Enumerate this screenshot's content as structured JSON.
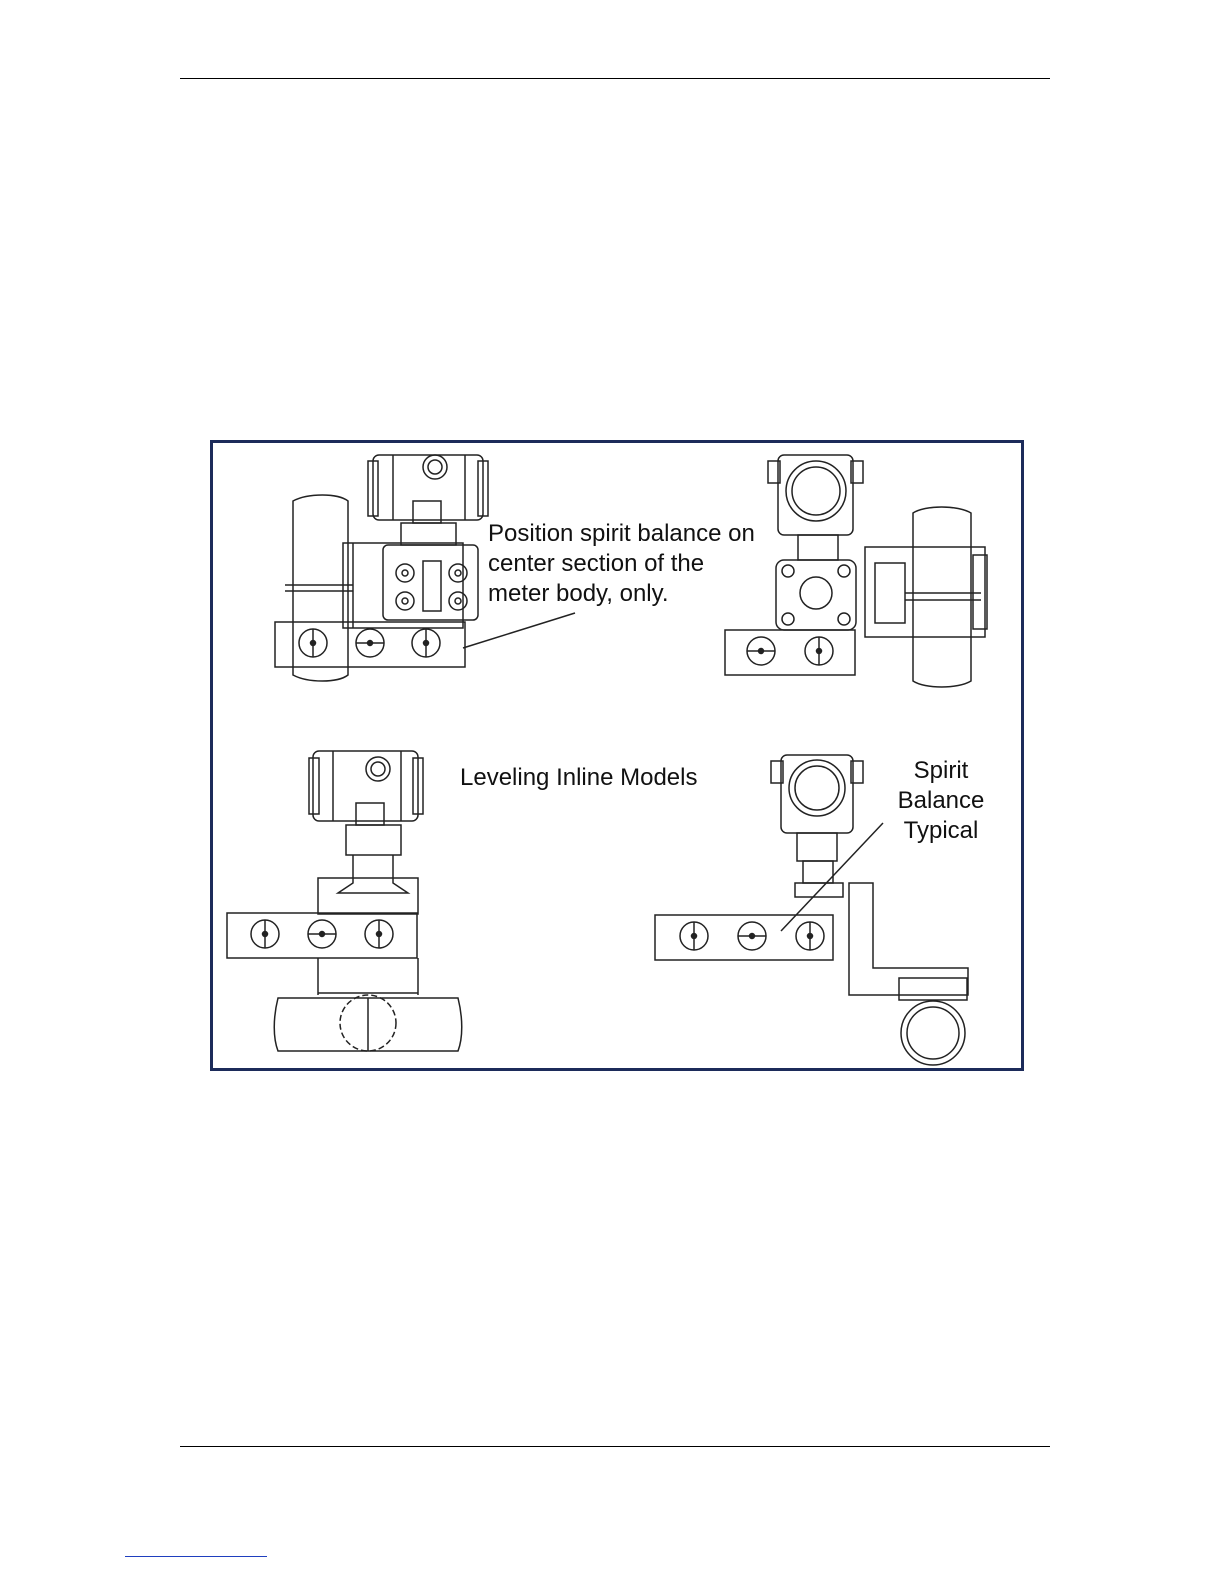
{
  "figure": {
    "callout_position": "Position spirit balance on\ncenter section of the\nmeter body, only.",
    "caption": "Leveling Inline Models",
    "callout_spirit": "Spirit\nBalance\nTypical",
    "border_color": "#1c2b5a"
  }
}
